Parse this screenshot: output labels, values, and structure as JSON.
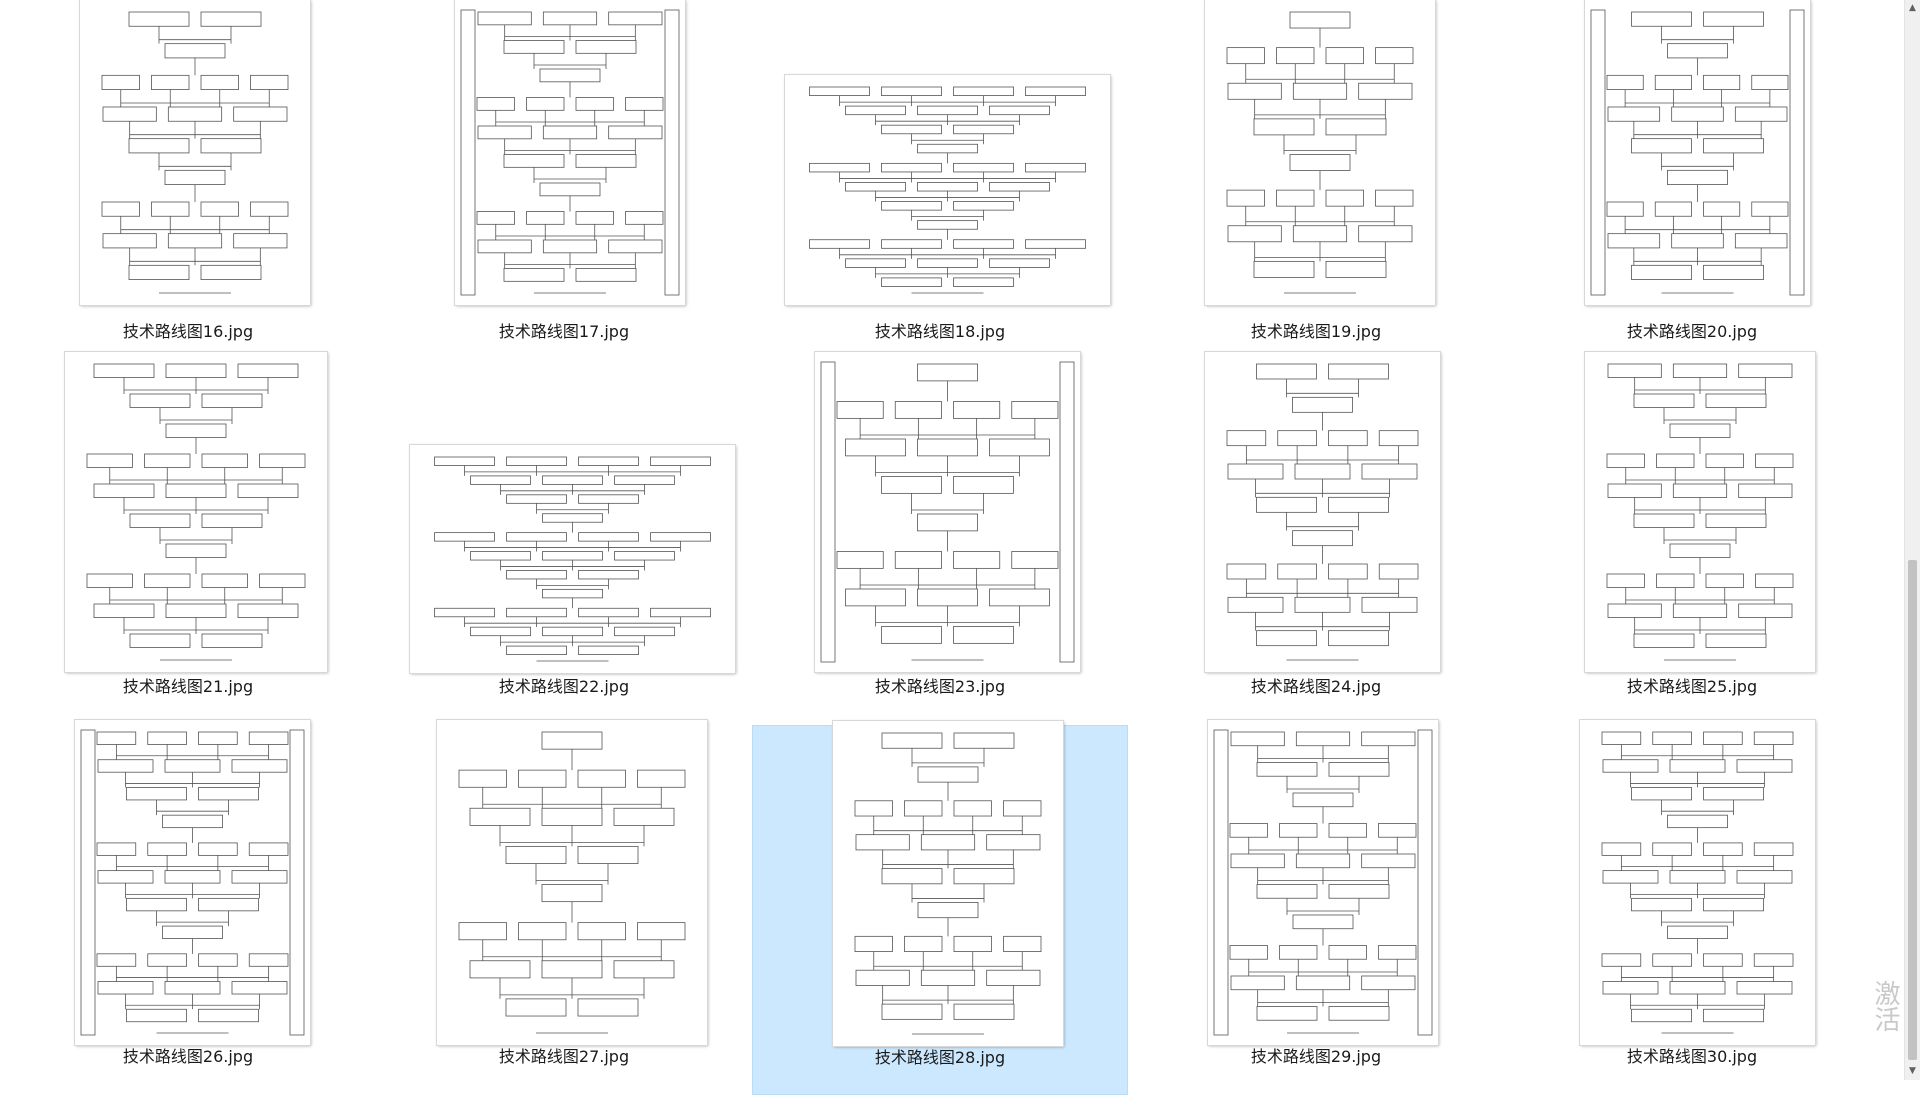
{
  "files": [
    {
      "name": "技术路线图16.jpg",
      "style": "A"
    },
    {
      "name": "技术路线图17.jpg",
      "style": "B"
    },
    {
      "name": "技术路线图18.jpg",
      "style": "C"
    },
    {
      "name": "技术路线图19.jpg",
      "style": "D"
    },
    {
      "name": "技术路线图20.jpg",
      "style": "E"
    },
    {
      "name": "技术路线图21.jpg",
      "style": "F"
    },
    {
      "name": "技术路线图22.jpg",
      "style": "G"
    },
    {
      "name": "技术路线图23.jpg",
      "style": "H"
    },
    {
      "name": "技术路线图24.jpg",
      "style": "I"
    },
    {
      "name": "技术路线图25.jpg",
      "style": "J"
    },
    {
      "name": "技术路线图26.jpg",
      "style": "K"
    },
    {
      "name": "技术路线图27.jpg",
      "style": "L"
    },
    {
      "name": "技术路线图28.jpg",
      "style": "M",
      "selected": true
    },
    {
      "name": "技术路线图29.jpg",
      "style": "N"
    },
    {
      "name": "技术路线图30.jpg",
      "style": "O"
    }
  ],
  "watermark": "激活",
  "colors": {
    "selection": "#cce8ff",
    "line": "#555555",
    "scrollbar": "#f0f0f0"
  },
  "icons": {
    "scroll_up": "chevron-up-icon",
    "scroll_down": "chevron-down-icon"
  }
}
